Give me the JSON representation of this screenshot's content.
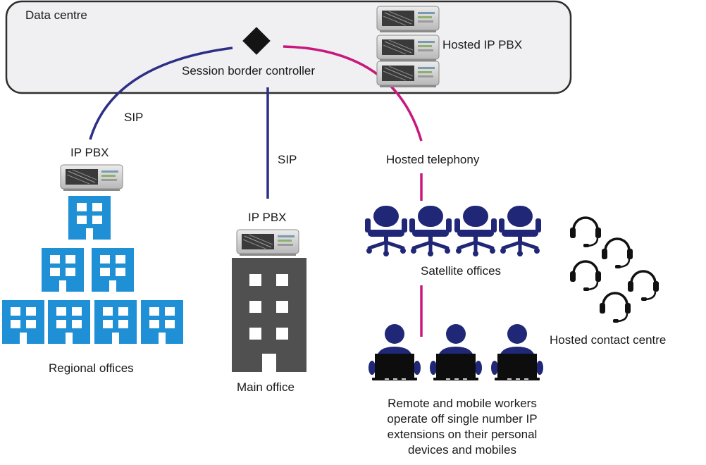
{
  "labels": {
    "data_centre": "Data centre",
    "sbc": "Session border controller",
    "hosted_pbx": "Hosted IP PBX",
    "sip_left": "SIP",
    "sip_center": "SIP",
    "ip_pbx_left": "IP PBX",
    "ip_pbx_center": "IP PBX",
    "hosted_telephony": "Hosted telephony",
    "satellite_offices": "Satellite offices",
    "regional_offices": "Regional offices",
    "main_office": "Main office",
    "hosted_contact_centre": "Hosted contact centre",
    "remote_line1": "Remote and mobile workers",
    "remote_line2": "operate off single number IP",
    "remote_line3": "extensions on their personal",
    "remote_line4": "devices and mobiles"
  },
  "colors": {
    "sip_line": "#2d2f86",
    "hosted_line": "#c8187e",
    "building_blue": "#1f8fd6",
    "building_gray": "#505050",
    "chair_navy": "#202776",
    "datacentre_fill": "#f0f0f2",
    "datacentre_stroke": "#2e2e2e"
  },
  "icons": {
    "sbc": "diamond-icon",
    "server": "server-icon",
    "chair": "office-chair-icon",
    "headset": "headset-icon",
    "worker": "laptop-worker-icon",
    "building": "building-icon"
  }
}
